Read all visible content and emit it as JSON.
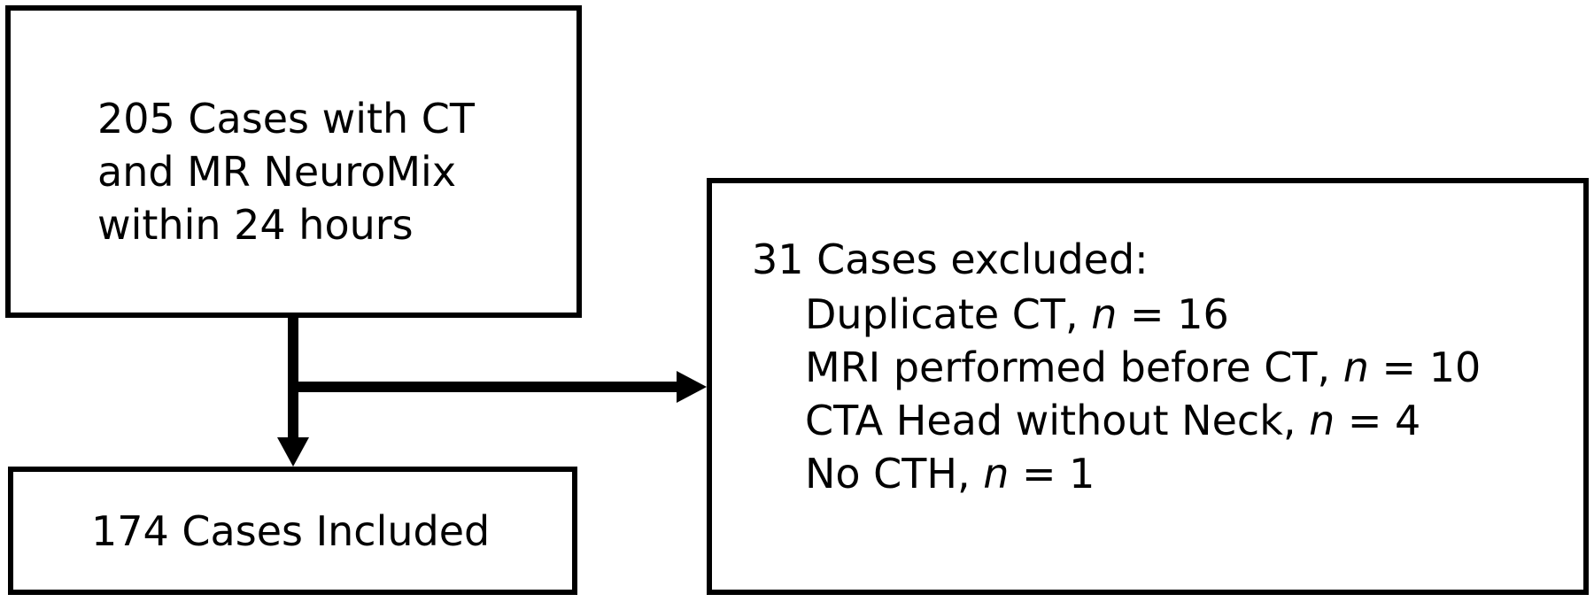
{
  "flow": {
    "start": {
      "lines": [
        "205 Cases with CT",
        "and MR NeuroMix",
        "within 24 hours"
      ]
    },
    "excluded": {
      "title": "31 Cases excluded:",
      "items": [
        {
          "label": "Duplicate CT, ",
          "n_symbol": "n",
          "n_rest": " = 16"
        },
        {
          "label": "MRI performed before CT, ",
          "n_symbol": "n",
          "n_rest": " = 10"
        },
        {
          "label": "CTA Head without Neck, ",
          "n_symbol": "n",
          "n_rest": " = 4"
        },
        {
          "label": "No CTH, ",
          "n_symbol": "n",
          "n_rest": " = 1"
        }
      ]
    },
    "included": {
      "label": "174 Cases Included"
    }
  }
}
